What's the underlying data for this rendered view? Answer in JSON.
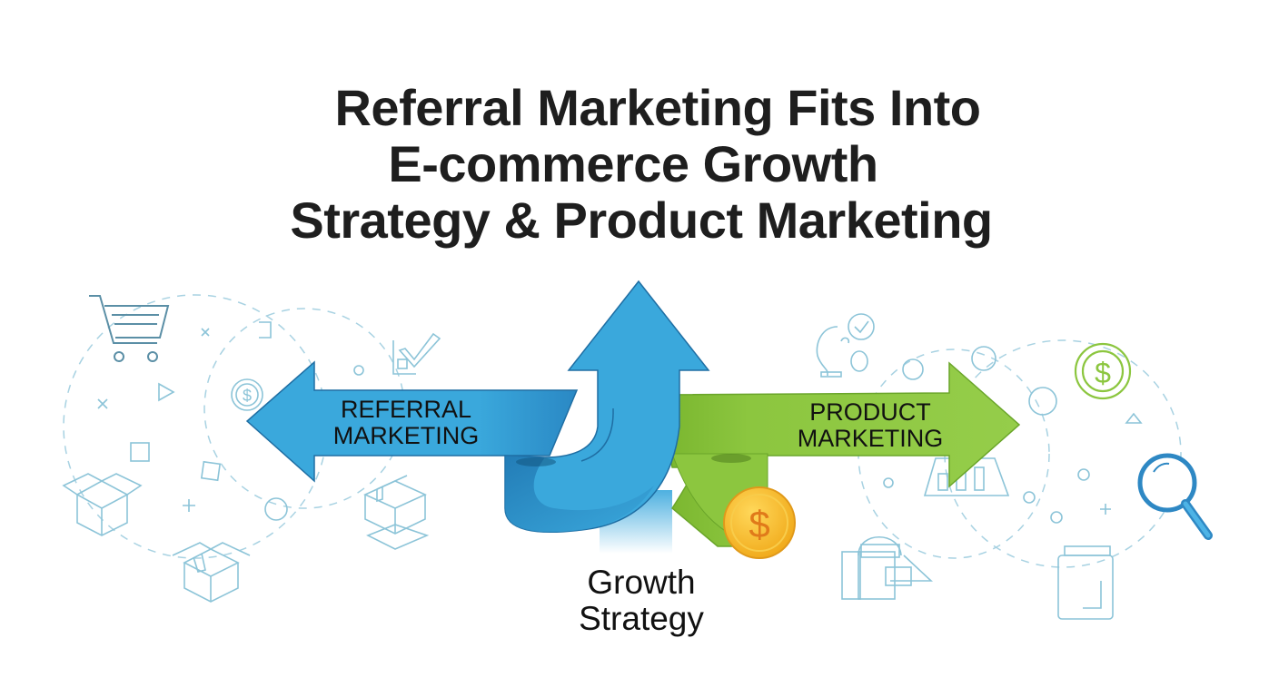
{
  "title": {
    "line1": "Referral Marketing Fits Into",
    "line2": "E-commerce Growth",
    "line3": "Strategy & Product Marketing"
  },
  "arrows": {
    "left": {
      "line1": "REFERRAL",
      "line2": "MARKETING",
      "direction": "left",
      "color": "#3aa8dc"
    },
    "right": {
      "line1": "PRODUCT",
      "line2": "MARKETING",
      "direction": "right",
      "color": "#8cc63f"
    },
    "up": {
      "line1": "Growth",
      "line2": "Strategy",
      "direction": "up",
      "color": "#3aa8dc"
    }
  },
  "icons": {
    "left_cluster": [
      "shopping-cart-icon",
      "dollar-coin-icon",
      "chart-check-icon",
      "open-box-icon",
      "taped-box-icon",
      "box-on-platform-icon",
      "triangle-play-icon",
      "x-mark-icon",
      "plus-icon",
      "square-icon"
    ],
    "right_cluster": [
      "lightbulb-check-icon",
      "dollar-coin-icon",
      "magnifier-icon",
      "bar-chart-icon",
      "jar-icon",
      "person-package-icon",
      "triangle-icon",
      "plus-icon"
    ],
    "center": [
      "gold-dollar-coin-icon"
    ]
  },
  "colors": {
    "blue_arrow": "#3aa8dc",
    "blue_dark": "#1f7fb8",
    "green_arrow": "#8cc63f",
    "green_dark": "#6aa52a",
    "coin_gold": "#f5b820",
    "line_icon": "#8cc4d8",
    "title_text": "#1e1e1e"
  }
}
